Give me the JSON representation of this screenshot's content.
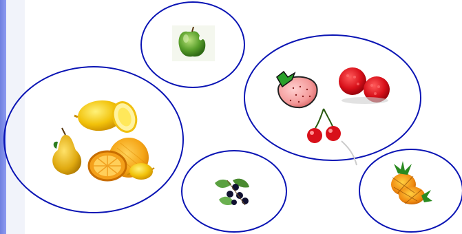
{
  "slide": {
    "accent_color": "#6f7fe0",
    "ellipse_stroke_color": "#0a14b4",
    "groups": [
      {
        "name": "apple-group",
        "fruits": [
          "apple-icon"
        ]
      },
      {
        "name": "citrus-group",
        "fruits": [
          "lemon-icon",
          "lemon-slice-icon",
          "pear-icon",
          "orange-icon",
          "orange-half-icon",
          "lemon-small-icon"
        ]
      },
      {
        "name": "berries-group",
        "fruits": [
          "strawberry-icon",
          "raspberry-icon",
          "cherries-icon"
        ]
      },
      {
        "name": "blackcurrant-group",
        "fruits": [
          "blackcurrant-icon"
        ]
      },
      {
        "name": "pineapple-group",
        "fruits": [
          "pineapple-icon"
        ]
      }
    ]
  }
}
